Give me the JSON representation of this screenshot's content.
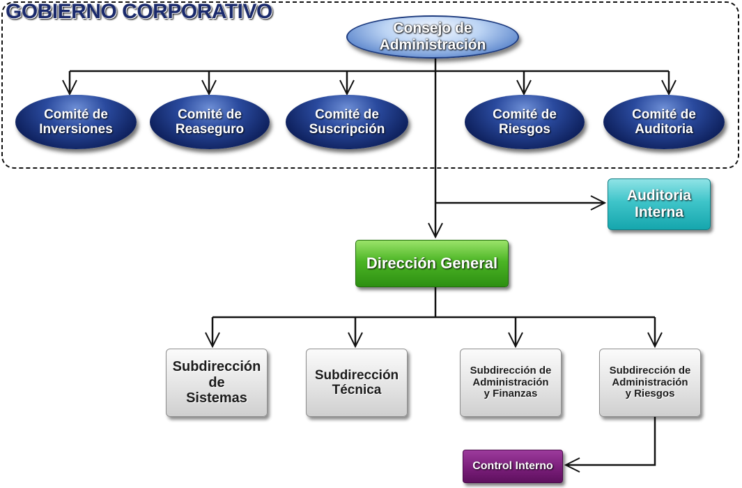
{
  "title": "GOBIERNO CORPORATIVO",
  "board": {
    "line1": "Consejo de",
    "line2": "Administración"
  },
  "committees": [
    {
      "line1": "Comité de",
      "line2": "Inversiones"
    },
    {
      "line1": "Comité de",
      "line2": "Reaseguro"
    },
    {
      "line1": "Comité de",
      "line2": "Suscripción"
    },
    {
      "line1": "Comité de",
      "line2": "Riesgos"
    },
    {
      "line1": "Comité de",
      "line2": "Auditoria"
    }
  ],
  "internal_audit": {
    "line1": "Auditoria",
    "line2": "Interna"
  },
  "general_direction": "Dirección General",
  "subdirections": [
    {
      "lines": [
        "Subdirección",
        "de",
        "Sistemas"
      ]
    },
    {
      "lines": [
        "Subdirección",
        "Técnica"
      ]
    },
    {
      "lines": [
        "Subdirección de",
        "Administración",
        "y Finanzas"
      ]
    },
    {
      "lines": [
        "Subdirección de",
        "Administración",
        "y Riesgos"
      ]
    }
  ],
  "internal_control": "Control Interno",
  "colors": {
    "committee_blue": "#0f225f",
    "audit_teal": "#3ec4c9",
    "direction_green": "#4cb525",
    "control_purple": "#7a1e7a",
    "title_navy": "#1a2a6c"
  }
}
